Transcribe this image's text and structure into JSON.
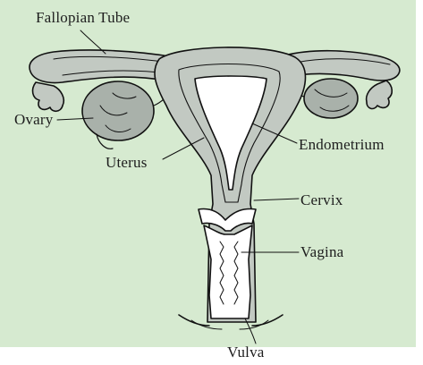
{
  "colors": {
    "background": "#d6ead0",
    "organ_fill": "#c2c9c2",
    "ovary_fill": "#a9b1aa",
    "lumen_fill": "#ffffff",
    "outline": "#111111"
  },
  "labels": {
    "fallopian_tube": "Fallopian Tube",
    "ovary": "Ovary",
    "uterus": "Uterus",
    "endometrium": "Endometrium",
    "cervix": "Cervix",
    "vagina": "Vagina",
    "vulva": "Vulva"
  }
}
